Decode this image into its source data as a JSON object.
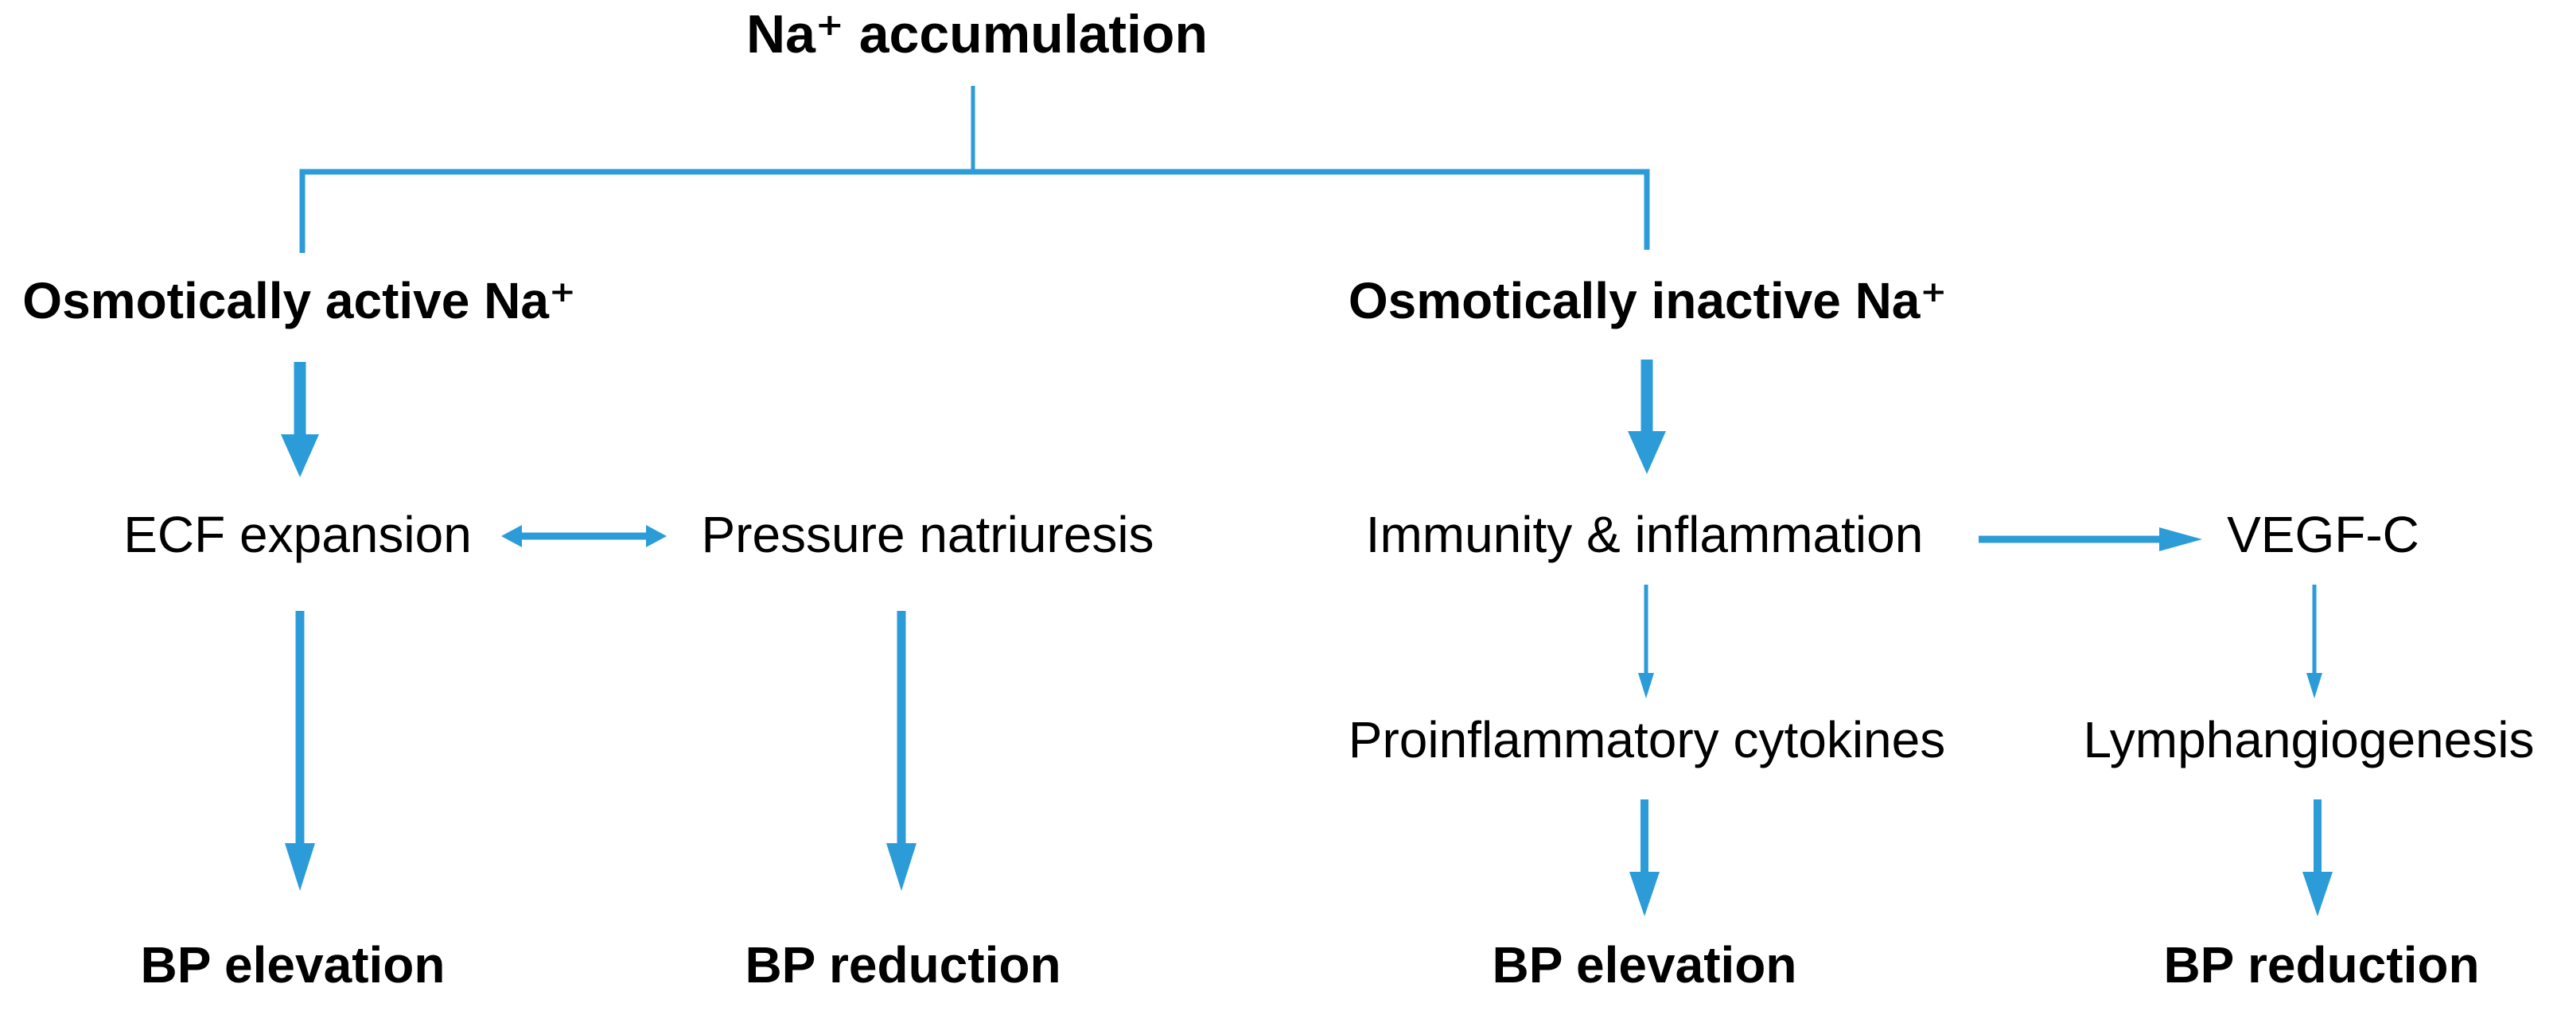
{
  "diagram_title": "Na⁺ accumulation",
  "colors": {
    "arrow_blue": "#2b9cd8",
    "text_black": "#000000",
    "background": "#ffffff"
  },
  "nodes": {
    "root": "Na⁺ accumulation",
    "active": "Osmotically active Na⁺",
    "inactive": "Osmotically inactive Na⁺",
    "ecf": "ECF expansion",
    "pressure": "Pressure natriuresis",
    "immunity": "Immunity & inflammation",
    "vegfc": "VEGF-C",
    "cytokines": "Proinflammatory cytokines",
    "lymphangiogenesis": "Lymphangiogenesis",
    "bp_elevation_left": "BP elevation",
    "bp_reduction_left": "BP reduction",
    "bp_elevation_right": "BP elevation",
    "bp_reduction_right": "BP reduction"
  },
  "edges": [
    {
      "from": "Na⁺ accumulation",
      "to": "Osmotically active Na⁺",
      "type": "branch-line"
    },
    {
      "from": "Na⁺ accumulation",
      "to": "Osmotically inactive Na⁺",
      "type": "branch-line"
    },
    {
      "from": "Osmotically active Na⁺",
      "to": "ECF expansion",
      "type": "thick-arrow"
    },
    {
      "from": "ECF expansion",
      "to": "Pressure natriuresis",
      "type": "double-arrow"
    },
    {
      "from": "ECF expansion",
      "to": "BP elevation",
      "type": "thick-arrow"
    },
    {
      "from": "Pressure natriuresis",
      "to": "BP reduction",
      "type": "thick-arrow"
    },
    {
      "from": "Osmotically inactive Na⁺",
      "to": "Immunity & inflammation",
      "type": "thick-arrow"
    },
    {
      "from": "Immunity & inflammation",
      "to": "VEGF-C",
      "type": "arrow"
    },
    {
      "from": "Immunity & inflammation",
      "to": "Proinflammatory cytokines",
      "type": "thin-arrow"
    },
    {
      "from": "VEGF-C",
      "to": "Lymphangiogenesis",
      "type": "thin-arrow"
    },
    {
      "from": "Proinflammatory cytokines",
      "to": "BP elevation",
      "type": "thick-arrow"
    },
    {
      "from": "Lymphangiogenesis",
      "to": "BP reduction",
      "type": "thick-arrow"
    }
  ]
}
